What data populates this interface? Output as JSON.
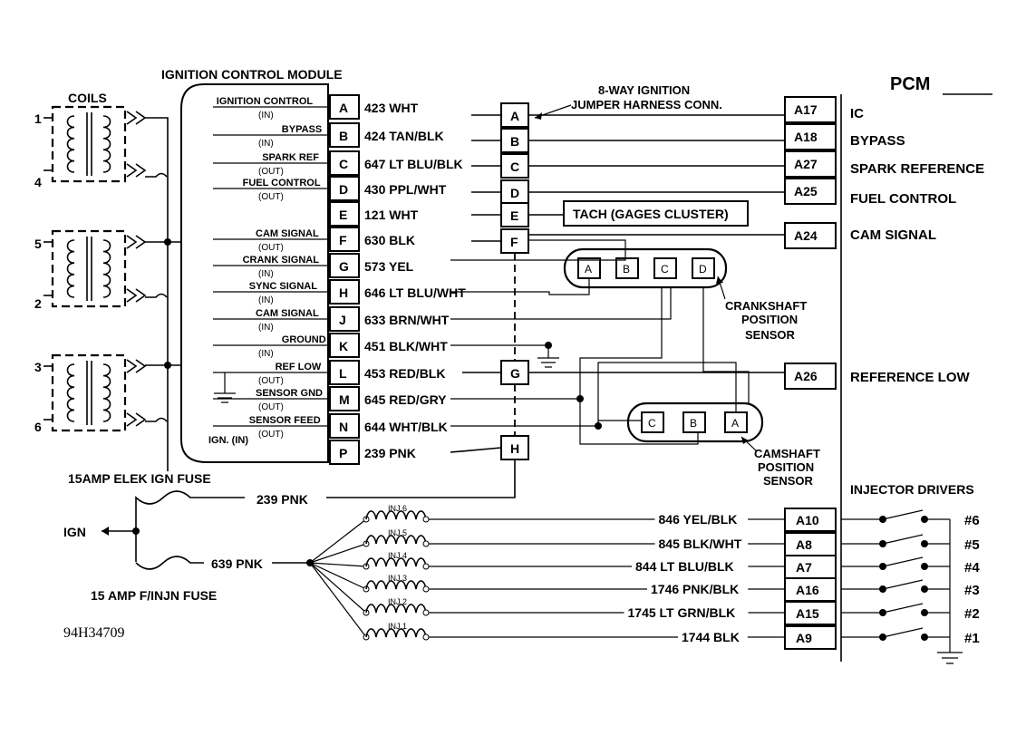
{
  "figure_id": "94H34709",
  "icm": {
    "title": "IGNITION CONTROL MODULE",
    "pins": [
      {
        "pin": "A",
        "label": "IGNITION CONTROL",
        "dir": "(IN)",
        "wire": "423 WHT"
      },
      {
        "pin": "B",
        "label": "BYPASS",
        "dir": "(IN)",
        "wire": "424 TAN/BLK"
      },
      {
        "pin": "C",
        "label": "SPARK REF",
        "dir": "(OUT)",
        "wire": "647 LT BLU/BLK"
      },
      {
        "pin": "D",
        "label": "FUEL CONTROL",
        "dir": "(OUT)",
        "wire": "430 PPL/WHT"
      },
      {
        "pin": "E",
        "label": "",
        "dir": "",
        "wire": "121 WHT"
      },
      {
        "pin": "F",
        "label": "CAM SIGNAL",
        "dir": "(OUT)",
        "wire": "630 BLK"
      },
      {
        "pin": "G",
        "label": "CRANK SIGNAL",
        "dir": "(IN)",
        "wire": "573 YEL"
      },
      {
        "pin": "H",
        "label": "SYNC SIGNAL",
        "dir": "(IN)",
        "wire": "646 LT BLU/WHT"
      },
      {
        "pin": "J",
        "label": "CAM SIGNAL",
        "dir": "(IN)",
        "wire": "633 BRN/WHT"
      },
      {
        "pin": "K",
        "label": "GROUND",
        "dir": "(IN)",
        "wire": "451 BLK/WHT"
      },
      {
        "pin": "L",
        "label": "REF LOW",
        "dir": "(OUT)",
        "wire": "453 RED/BLK"
      },
      {
        "pin": "M",
        "label": "SENSOR GND",
        "dir": "(OUT)",
        "wire": "645 RED/GRY"
      },
      {
        "pin": "N",
        "label": "SENSOR FEED",
        "dir": "(OUT)",
        "wire": "644 WHT/BLK"
      },
      {
        "pin": "P",
        "label": "IGN. (IN)",
        "dir": "",
        "wire": "239 PNK"
      }
    ]
  },
  "coils": {
    "title": "COILS",
    "numbers": [
      "1",
      "4",
      "5",
      "2",
      "3",
      "6"
    ]
  },
  "jumper": {
    "title_line1": "8-WAY IGNITION",
    "title_line2": "JUMPER HARNESS CONN.",
    "pins": [
      "A",
      "B",
      "C",
      "D",
      "E",
      "F",
      "G",
      "H"
    ]
  },
  "tach": "TACH (GAGES CLUSTER)",
  "pcm": {
    "title": "PCM",
    "pins": [
      {
        "pin": "A17",
        "label": "IC"
      },
      {
        "pin": "A18",
        "label": "BYPASS"
      },
      {
        "pin": "A27",
        "label": "SPARK REFERENCE"
      },
      {
        "pin": "A25",
        "label": "FUEL CONTROL"
      },
      {
        "pin": "A24",
        "label": "CAM SIGNAL"
      },
      {
        "pin": "A26",
        "label": "REFERENCE LOW"
      }
    ],
    "injector_title": "INJECTOR DRIVERS",
    "injectors": [
      {
        "pin": "A10",
        "wire": "846 YEL/BLK",
        "num": "#6",
        "inj": "INJ 6"
      },
      {
        "pin": "A8",
        "wire": "845 BLK/WHT",
        "num": "#5",
        "inj": "INJ 5"
      },
      {
        "pin": "A7",
        "wire": "844 LT BLU/BLK",
        "num": "#4",
        "inj": "INJ 4"
      },
      {
        "pin": "A16",
        "wire": "1746 PNK/BLK",
        "num": "#3",
        "inj": "INJ 3"
      },
      {
        "pin": "A15",
        "wire": "1745 LT GRN/BLK",
        "num": "#2",
        "inj": "INJ 2"
      },
      {
        "pin": "A9",
        "wire": "1744 BLK",
        "num": "#1",
        "inj": "INJ 1"
      }
    ]
  },
  "crank_sensor": {
    "line1": "CRANKSHAFT",
    "line2": "POSITION",
    "line3": "SENSOR",
    "pins": [
      "A",
      "B",
      "C",
      "D"
    ]
  },
  "cam_sensor": {
    "line1": "CAMSHAFT",
    "line2": "POSITION",
    "line3": "SENSOR",
    "pins": [
      "C",
      "B",
      "A"
    ]
  },
  "fuses": {
    "elek": "15AMP ELEK IGN FUSE",
    "finj": "15 AMP F/INJN FUSE",
    "ign": "IGN",
    "wire_239": "239 PNK",
    "wire_639": "639 PNK"
  }
}
